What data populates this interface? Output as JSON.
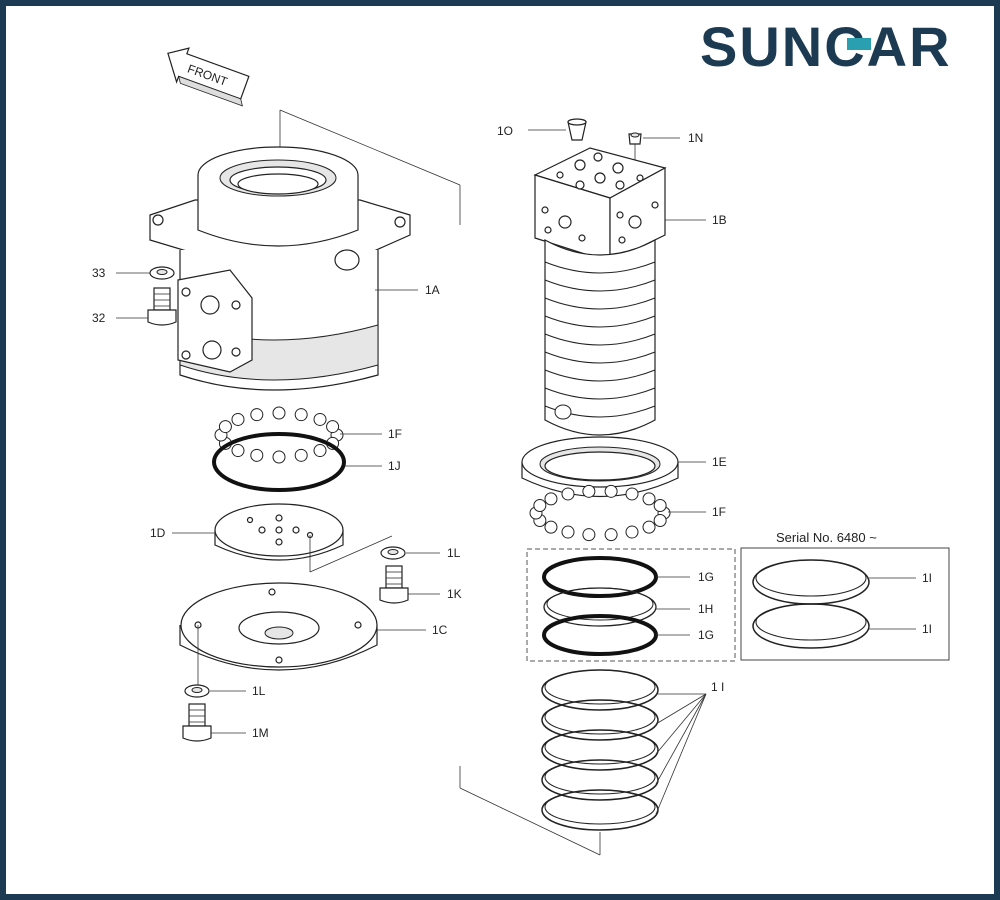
{
  "brand": {
    "logo_text": "SUNCAR",
    "logo_color": "#1c3a52",
    "accent_color": "#2a9fb0"
  },
  "diagram": {
    "front_arrow_label": "FRONT",
    "serial_box_label": "Serial No. 6480 ~",
    "callouts": {
      "c33": "33",
      "c32": "32",
      "c1A": "1A",
      "c1F_left": "1F",
      "c1J": "1J",
      "c1D": "1D",
      "c1L_top": "1L",
      "c1K": "1K",
      "c1C": "1C",
      "c1L_bottom": "1L",
      "c1M": "1M",
      "c1O": "1O",
      "c1N": "1N",
      "c1B": "1B",
      "c1E": "1E",
      "c1F_right": "1F",
      "c1G_top": "1G",
      "c1H": "1H",
      "c1G_bottom": "1G",
      "c1I_stack": "1 I",
      "c1I_serial_top": "1I",
      "c1I_serial_bottom": "1I"
    }
  }
}
